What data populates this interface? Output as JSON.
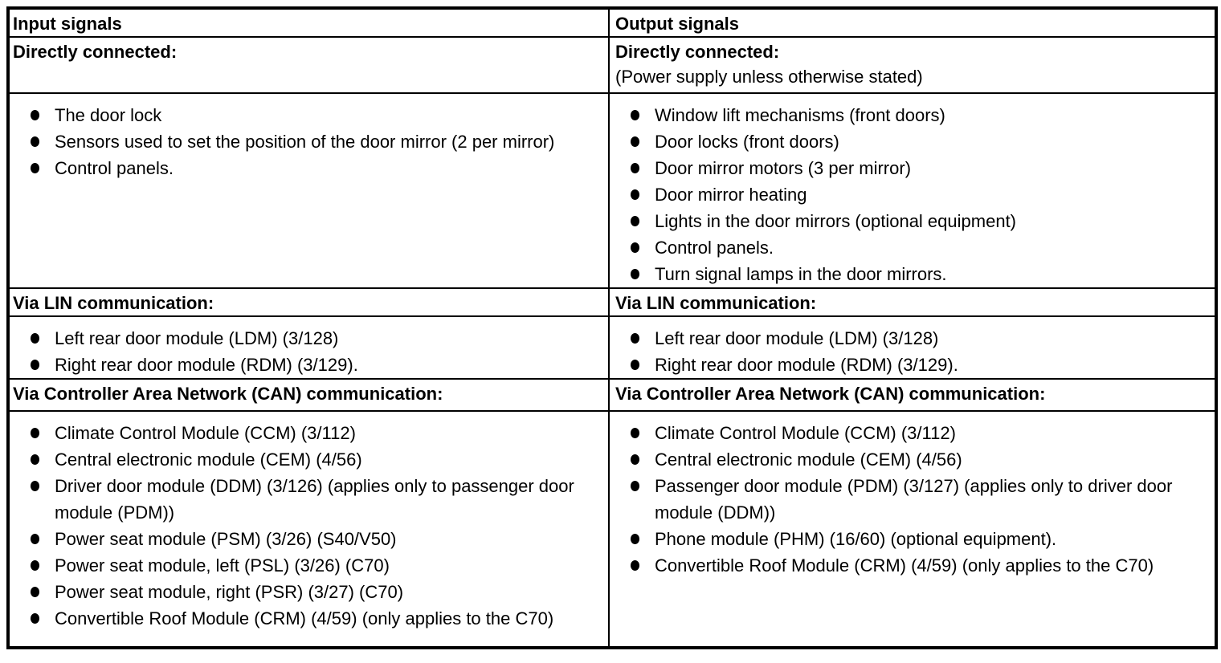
{
  "colors": {
    "border": "#000000",
    "text": "#000000",
    "background": "#ffffff"
  },
  "table": {
    "header": {
      "left": "Input signals",
      "right": "Output signals"
    },
    "sections": [
      {
        "id": "directly-connected",
        "left_heading": "Directly connected:",
        "right_heading": "Directly connected:",
        "right_subheading": "(Power supply unless otherwise stated)",
        "left_items": [
          "The door lock",
          "Sensors used to set the position of the door mirror (2 per mirror)",
          "Control panels."
        ],
        "right_items": [
          "Window lift mechanisms (front doors)",
          "Door locks (front doors)",
          "Door mirror motors (3 per mirror)",
          "Door mirror heating",
          "Lights in the door mirrors (optional equipment)",
          "Control panels.",
          "Turn signal lamps in the door mirrors."
        ]
      },
      {
        "id": "via-lin",
        "left_heading": "Via LIN communication:",
        "right_heading": "Via LIN communication:",
        "left_items": [
          "Left rear door module (LDM) (3/128)",
          "Right rear door module (RDM) (3/129)."
        ],
        "right_items": [
          "Left rear door module (LDM) (3/128)",
          "Right rear door module (RDM) (3/129)."
        ]
      },
      {
        "id": "via-can",
        "left_heading": "Via Controller Area Network (CAN) communication:",
        "right_heading": "Via Controller Area Network (CAN) communication:",
        "left_items": [
          "Climate Control Module (CCM) (3/112)",
          "Central electronic module (CEM) (4/56)",
          "Driver door module (DDM) (3/126) (applies only to passenger door module (PDM))",
          "Power seat module (PSM) (3/26) (S40/V50)",
          "Power seat module, left (PSL) (3/26) (C70)",
          "Power seat module, right (PSR) (3/27) (C70)",
          "Convertible Roof Module (CRM) (4/59) (only applies to the C70)"
        ],
        "right_items": [
          "Climate Control Module (CCM) (3/112)",
          "Central electronic module (CEM) (4/56)",
          "Passenger door module (PDM) (3/127) (applies only to driver door module (DDM))",
          "Phone module (PHM) (16/60) (optional equipment).",
          "Convertible Roof Module (CRM) (4/59) (only applies to the C70)"
        ]
      }
    ]
  }
}
